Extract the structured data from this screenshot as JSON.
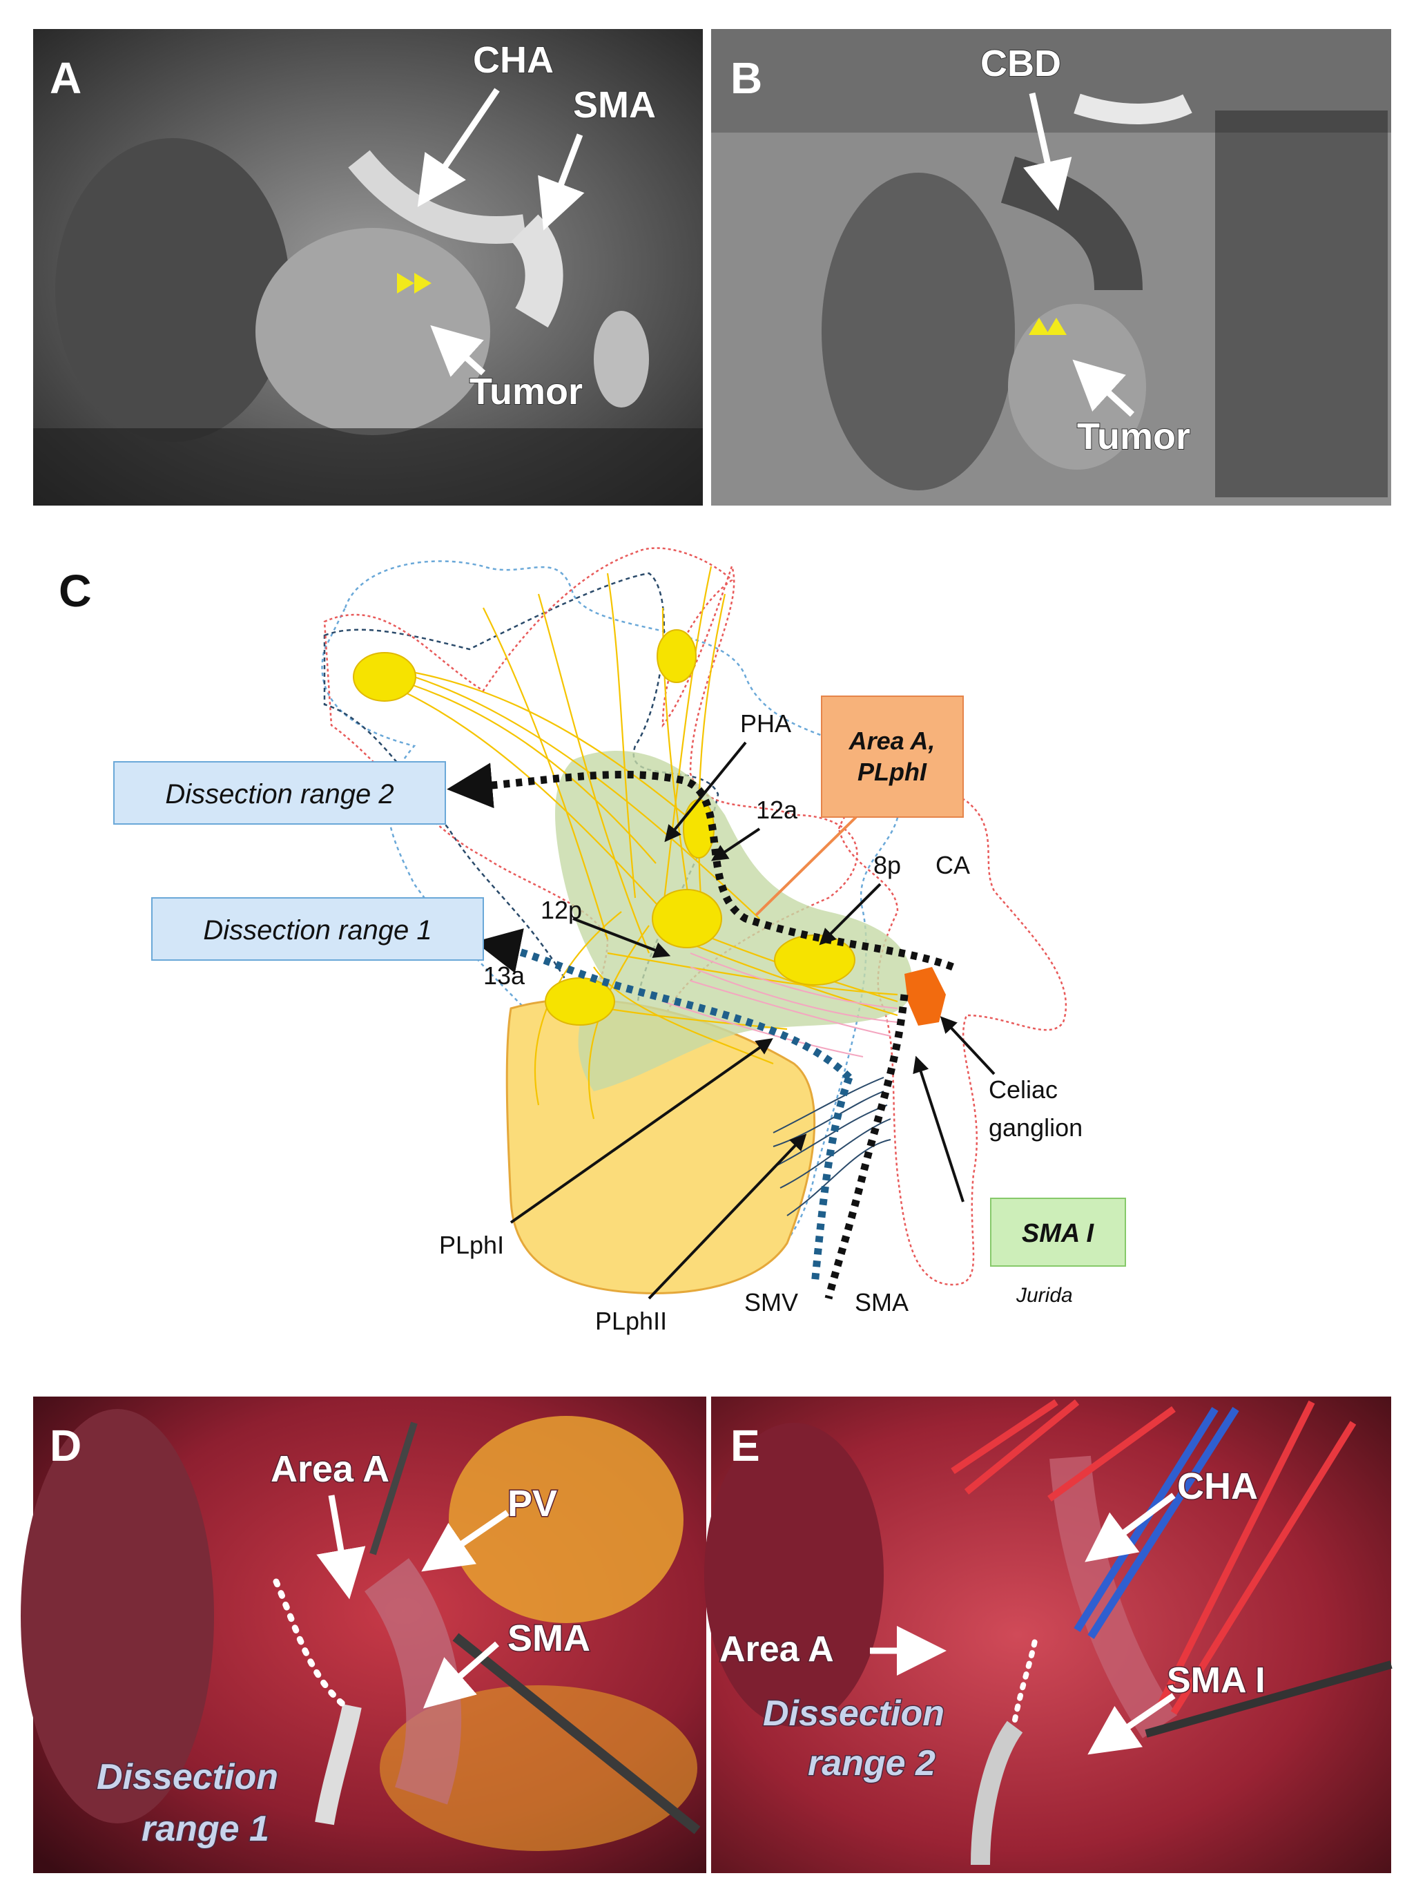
{
  "panels": {
    "A": {
      "letter": "A",
      "labels": {
        "cha": "CHA",
        "sma": "SMA",
        "tumor": "Tumor"
      }
    },
    "B": {
      "letter": "B",
      "labels": {
        "cbd": "CBD",
        "tumor": "Tumor"
      }
    },
    "C": {
      "letter": "C",
      "boxes": {
        "range2": "Dissection range 2",
        "range1": "Dissection range 1",
        "area_a_line1": "Area A,",
        "area_a_line2": "PLphI",
        "sma1": "SMA I"
      },
      "labels": {
        "pha": "PHA",
        "n12a": "12a",
        "n8p": "8p",
        "ca": "CA",
        "n12p": "12p",
        "n13a": "13a",
        "celiac1": "Celiac",
        "celiac2": "ganglion",
        "plph1": "PLphI",
        "plph2": "PLphII",
        "smv": "SMV",
        "sma": "SMA",
        "signature": "Jurida"
      }
    },
    "D": {
      "letter": "D",
      "labels": {
        "area_a": "Area A",
        "pv": "PV",
        "sma": "SMA",
        "range1_line1": "Dissection",
        "range1_line2": "range 1"
      }
    },
    "E": {
      "letter": "E",
      "labels": {
        "cha": "CHA",
        "area_a": "Area A",
        "sma1": "SMA I",
        "range2_line1": "Dissection",
        "range2_line2": "range 2"
      }
    }
  },
  "colors": {
    "ct_dark": "#1a1a1a",
    "ct_mid": "#8a8a8a",
    "yellow_arrow": "#f2ea1a",
    "nerve_yellow": "#f5c400",
    "pancreas_fill": "#fbdc7a",
    "area_green": "#c5d9a6",
    "box_blue": "#d3e6f8",
    "box_orange": "#f7b27a",
    "box_green": "#cdeeb9",
    "dissect_black": "#111111",
    "dissect_blue": "#1f5f8b",
    "ganglion": "#f26b0f",
    "tissue_red": "#a8283a",
    "vessel_loop_red": "#e8383f",
    "vessel_loop_blue": "#2f5fd0"
  }
}
